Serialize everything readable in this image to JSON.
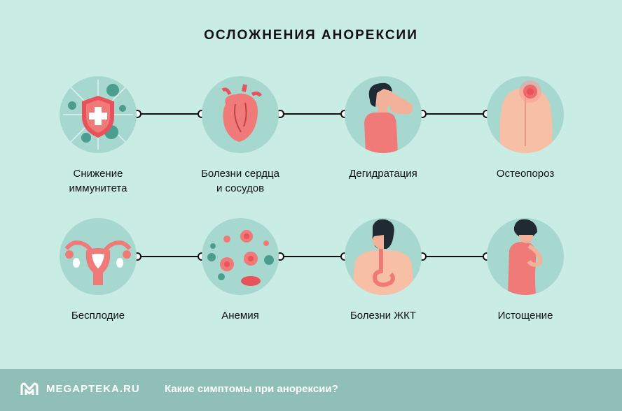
{
  "title": "ОСЛОЖНЕНИЯ АНОРЕКСИИ",
  "items": [
    {
      "label_1": "Снижение",
      "label_2": "иммунитета",
      "icon": "shield-virus-icon"
    },
    {
      "label_1": "Болезни сердца",
      "label_2": "и сосудов",
      "icon": "heart-icon"
    },
    {
      "label_1": "Дегидратация",
      "label_2": "",
      "icon": "woman-headache-icon"
    },
    {
      "label_1": "Остеопороз",
      "label_2": "",
      "icon": "back-pain-icon"
    },
    {
      "label_1": "Бесплодие",
      "label_2": "",
      "icon": "uterus-icon"
    },
    {
      "label_1": "Анемия",
      "label_2": "",
      "icon": "blood-cells-icon"
    },
    {
      "label_1": "Болезни ЖКТ",
      "label_2": "",
      "icon": "stomach-icon"
    },
    {
      "label_1": "Истощение",
      "label_2": "",
      "icon": "thin-woman-icon"
    }
  ],
  "footer": {
    "brand": "MEGAPTEKA.RU",
    "question": "Какие симптомы при анорексии?"
  },
  "colors": {
    "background": "#c9ece5",
    "circle": "#a6d8cf",
    "footer": "#8fbfb6",
    "accent": "#f07a78"
  }
}
